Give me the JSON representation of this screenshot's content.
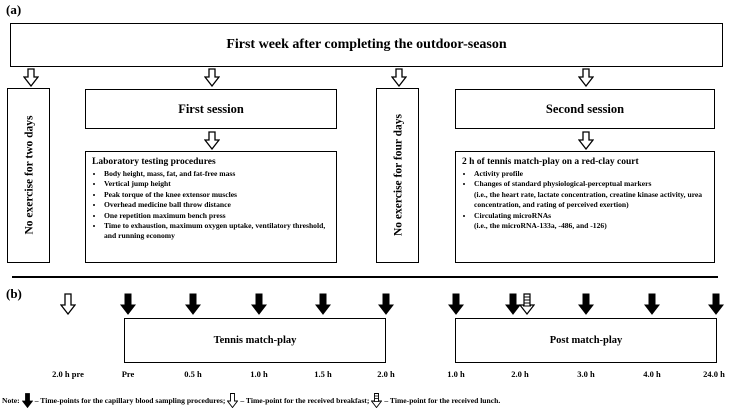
{
  "panel_a": {
    "label": "(a)",
    "header": "First week after completing the outdoor-season",
    "rest_two_days": "No exercise for two days",
    "rest_four_days": "No exercise for four days",
    "first_session": {
      "title": "First session",
      "detail_title": "Laboratory testing procedures",
      "items": [
        "Body height, mass, fat, and fat-free mass",
        "Vertical jump height",
        "Peak torque of the knee extensor muscles",
        "Overhead medicine ball throw distance",
        "One repetition maximum bench press",
        "Time to exhaustion, maximum oxygen uptake, ventilatory threshold, and running economy"
      ]
    },
    "second_session": {
      "title": "Second session",
      "detail_title": "2 h of tennis match-play on a red-clay court",
      "items": [
        "Activity profile",
        "Changes of standard physiological-perceptual markers",
        "Circulating microRNAs"
      ],
      "item_notes": [
        "",
        "(i.e., the heart rate, lactate concentration, creatine kinase activity, urea concentration, and rating of perceived exertion)",
        "(i.e., the microRNA-133a, -486, and -126)"
      ]
    }
  },
  "panel_b": {
    "label": "(b)",
    "tennis_box": "Tennis match-play",
    "post_box": "Post match-play",
    "time_labels": [
      "2.0 h pre",
      "Pre",
      "0.5 h",
      "1.0 h",
      "1.5 h",
      "2.0 h",
      "1.0 h",
      "2.0 h",
      "3.0 h",
      "4.0 h",
      "24.0 h"
    ],
    "note_prefix": "Note:",
    "note_sampling": "– Time-points for the capillary blood sampling procedures;",
    "note_breakfast": "– Time-point for the received breakfast;",
    "note_lunch": "– Time-point for the received lunch."
  },
  "colors": {
    "line": "#000000",
    "background": "#ffffff",
    "filled_arrow": "#000000",
    "hollow_arrow": "#ffffff"
  },
  "icons": [
    "hollow-down-arrow-icon",
    "filled-down-arrow-icon",
    "striped-down-arrow-icon"
  ]
}
